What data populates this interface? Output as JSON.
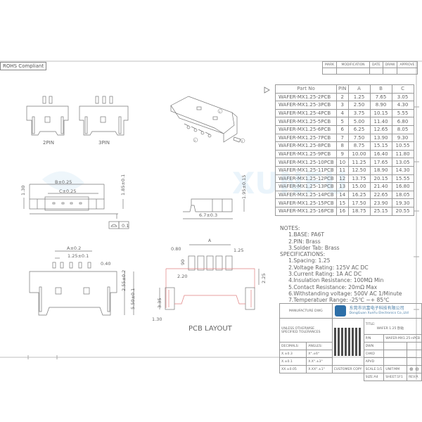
{
  "rohs_badge": "ROHS Compliant",
  "revision_table": {
    "headers": [
      "MARK",
      "MODIFICATION",
      "DATE",
      "DRAW",
      "APPROVE"
    ]
  },
  "parts_table": {
    "headers": [
      "Part No",
      "PIN",
      "A",
      "B",
      "C"
    ],
    "rows": [
      [
        "WAFER-MX1.25-2PCB",
        "2",
        "1.25",
        "7.65",
        "3.05"
      ],
      [
        "WAFER-MX1.25-3PCB",
        "3",
        "2.50",
        "8.90",
        "4.30"
      ],
      [
        "WAFER-MX1.25-4PCB",
        "4",
        "3.75",
        "10.15",
        "5.55"
      ],
      [
        "WAFER-MX1.25-5PCB",
        "5",
        "5.00",
        "11.40",
        "6.80"
      ],
      [
        "WAFER-MX1.25-6PCB",
        "6",
        "6.25",
        "12.65",
        "8.05"
      ],
      [
        "WAFER-MX1.25-7PCB",
        "7",
        "7.50",
        "13.90",
        "9.30"
      ],
      [
        "WAFER-MX1.25-8PCB",
        "8",
        "8.75",
        "15.15",
        "10.55"
      ],
      [
        "WAFER-MX1.25-9PCB",
        "9",
        "10.00",
        "16.40",
        "11.80"
      ],
      [
        "WAFER-MX1.25-10PCB",
        "10",
        "11.25",
        "17.65",
        "13.05"
      ],
      [
        "WAFER-MX1.25-11PCB",
        "11",
        "12.50",
        "18.90",
        "14.30"
      ],
      [
        "WAFER-MX1.25-12PCB",
        "12",
        "13.75",
        "20.15",
        "15.55"
      ],
      [
        "WAFER-MX1.25-13PCB",
        "13",
        "15.00",
        "21.40",
        "16.80"
      ],
      [
        "WAFER-MX1.25-14PCB",
        "14",
        "16.25",
        "22.65",
        "18.05"
      ],
      [
        "WAFER-MX1.25-15PCB",
        "15",
        "17.50",
        "23.90",
        "19.30"
      ],
      [
        "WAFER-MX1.25-16PCB",
        "16",
        "18.75",
        "25.15",
        "20.55"
      ]
    ]
  },
  "views": {
    "label_2pin": "2PIN",
    "label_3pin": "3PIN",
    "callouts": [
      "1",
      "2",
      "3"
    ],
    "dim_B": "B±0.25",
    "dim_C": "C±0.25",
    "dim_130": "1.30",
    "dim_185": "1.85±0.1",
    "flatness": "0.1",
    "dim_195": "1.95±0.15",
    "dim_67": "6.7±0.3",
    "dim_A02": "A±0.2",
    "dim_pitch": "1.25±0.1",
    "dim_040": "0.40",
    "dim_255": "2.55±0.2",
    "dim_550": "5.50±0.1",
    "pcb_title": "PCB LAYOUT",
    "pcb_A": "A",
    "pcb_080": "0.80",
    "pcb_125": "1.25",
    "pcb_90": "90",
    "pcb_220": "2.20",
    "pcb_225": "2.25",
    "pcb_335": "3.35",
    "pcb_130": "1.30"
  },
  "notes_text": "NOTES:\n     1.BASE: PA6T\n     2.PIN: Brass\n     3.Solder Tab: Brass\nSPECIFICATIONS:\n     1.Spacing: 1.25\n     2.Voltage Rating: 125V AC DC\n     3.Current Rating: 1A AC DC\n     4.Insulation Resistance: 100MΩ Min\n     5.Contact Resistance: 20mΩ Max\n     6.Withstanding voltage: 500V AC 1/Minute\n     7.Temperatuer Range: -25℃ ~+ 85℃",
  "title_block": {
    "manufacture": "MANUFACTURE DWG",
    "company_cn": "东莞市讯富电子科技有限公司",
    "company_en": "DongGuan XunFu Electronics Co.,Ltd",
    "tolerances": "UNLESS OTHERWISE SPECIFIED TOLERANCES",
    "decimals": "DECIMALS:",
    "angles": "ANGLES:",
    "tol_rows": [
      [
        "X.±0.3",
        "X°.±6°"
      ],
      [
        "X.±0.1",
        "X.X°.±3°"
      ],
      [
        "XX.±0.05",
        "X.XX°.±1°"
      ]
    ],
    "customer_copy": "CUSTOMER COPY",
    "title_label": "TITLE:",
    "title_value": "WAFER 1.25 卧贴",
    "pn_label": "P/N",
    "pn_value": "WAFER-MX1.25-nPCB",
    "dwn": "DWN",
    "chkd": "CHKD",
    "apvd": "APVD",
    "scale": "SCALE:1/1",
    "unit": "UNIT:MM",
    "size": "SIZE:A4",
    "sheet": "SHEET:1F1",
    "rev": "REV:A",
    "projection_icon": "third-angle-projection-icon"
  }
}
